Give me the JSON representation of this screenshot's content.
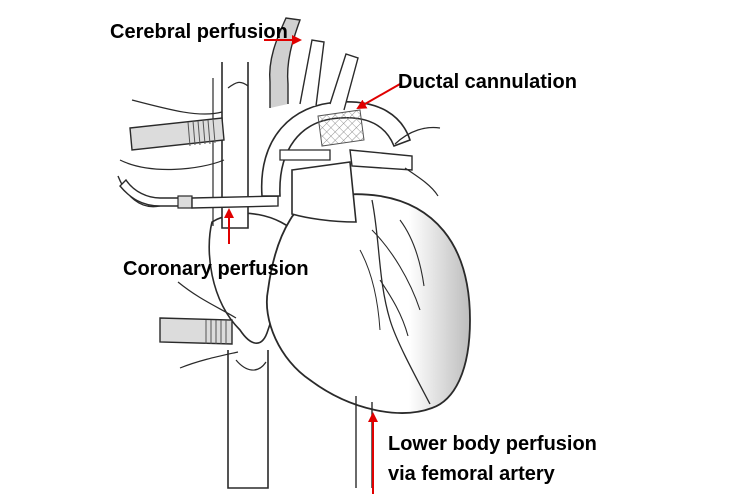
{
  "labels": {
    "cerebral": "Cerebral perfusion",
    "ductal": "Ductal cannulation",
    "coronary": "Coronary perfusion",
    "lower_line1": "Lower body perfusion",
    "lower_line2": "via femoral artery"
  },
  "colors": {
    "arrow": "#e00000",
    "outline": "#2a2a2a",
    "shade": "#bdbdbd",
    "fill": "#ffffff"
  }
}
